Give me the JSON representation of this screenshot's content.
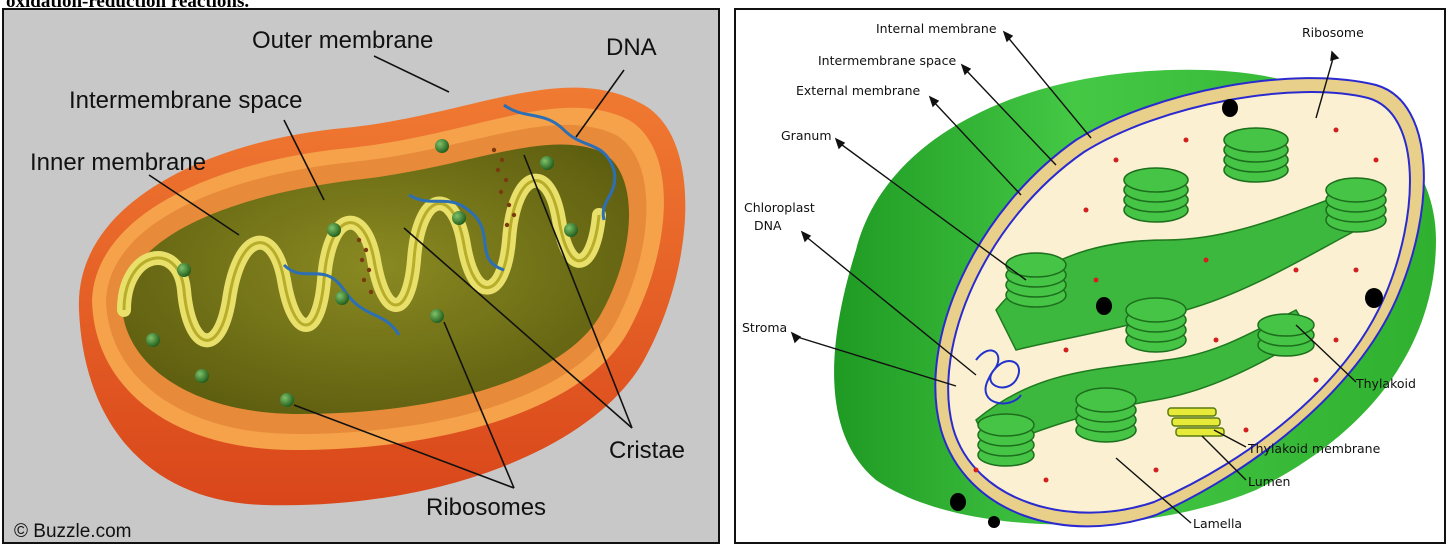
{
  "header_text": "oxidation-reduction reactions.",
  "mitochondrion": {
    "labels": {
      "outer_membrane": "Outer membrane",
      "intermembrane_space": "Intermembrane space",
      "inner_membrane": "Inner membrane",
      "dna": "DNA",
      "cristae": "Cristae",
      "ribosomes": "Ribosomes"
    },
    "copyright": "© Buzzle.com"
  },
  "chloroplast": {
    "labels": {
      "internal_membrane": "Internal membrane",
      "intermembrane_space": "Intermembrane space",
      "external_membrane": "External membrane",
      "granum": "Granum",
      "chloroplast_dna_1": "Chloroplast",
      "chloroplast_dna_2": "DNA",
      "stroma": "Stroma",
      "ribosome": "Ribosome",
      "thylakoid": "Thylakoid",
      "thylakoid_membrane": "Thylakoid membrane",
      "lumen": "Lumen",
      "lamella": "Lamella"
    }
  },
  "colors": {
    "mito_outer": "#e5531f",
    "mito_rim": "#f5a24a",
    "mito_inner": "#e8e06a",
    "chloro_green": "#39c13a",
    "stroma": "#fbf1d2",
    "dna_blue": "#2c6fb5"
  }
}
